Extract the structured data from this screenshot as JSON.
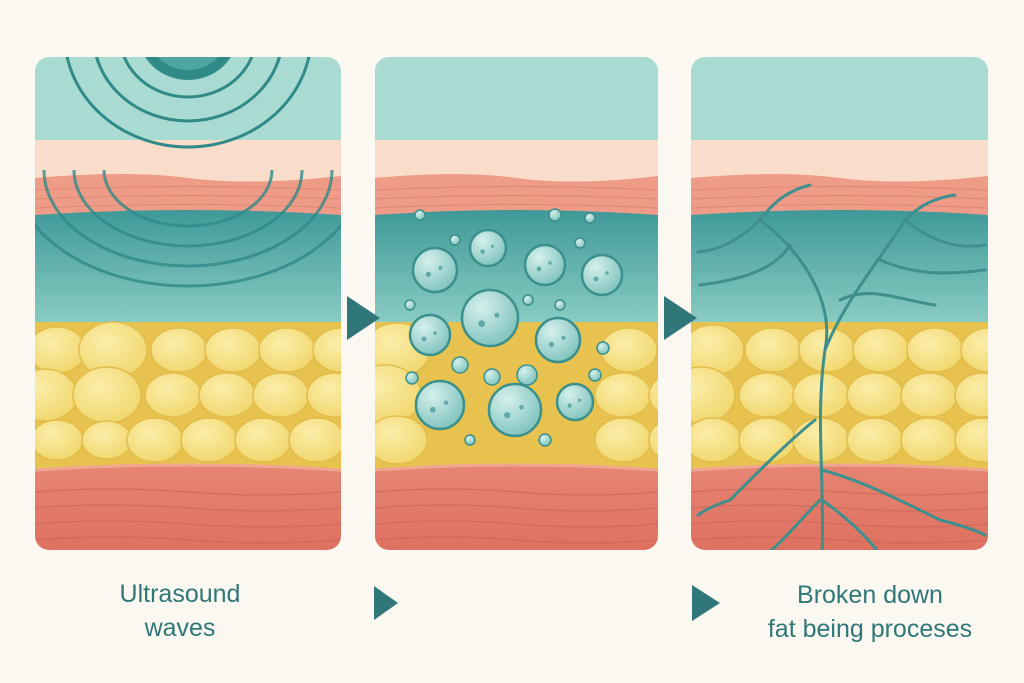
{
  "captions": {
    "left": {
      "line1": "Ultrasound",
      "line2": "waves"
    },
    "right": {
      "line1": "Broken down",
      "line2": "fat being proceses"
    }
  },
  "panels": [
    {
      "stage": "ultrasound-waves"
    },
    {
      "stage": "fat-cells-disrupted"
    },
    {
      "stage": "fat-being-processed"
    }
  ],
  "colors": {
    "background": "#fbf8f1",
    "top_layer": "#a9dbd2",
    "skin": "#f9dcc9",
    "dermis": "#ee9c88",
    "teal_layer": "#4fa5a3",
    "fat": "#f4e08a",
    "fat_bg": "#e8c24e",
    "muscle": "#e37b6a",
    "accent": "#2f7778"
  }
}
